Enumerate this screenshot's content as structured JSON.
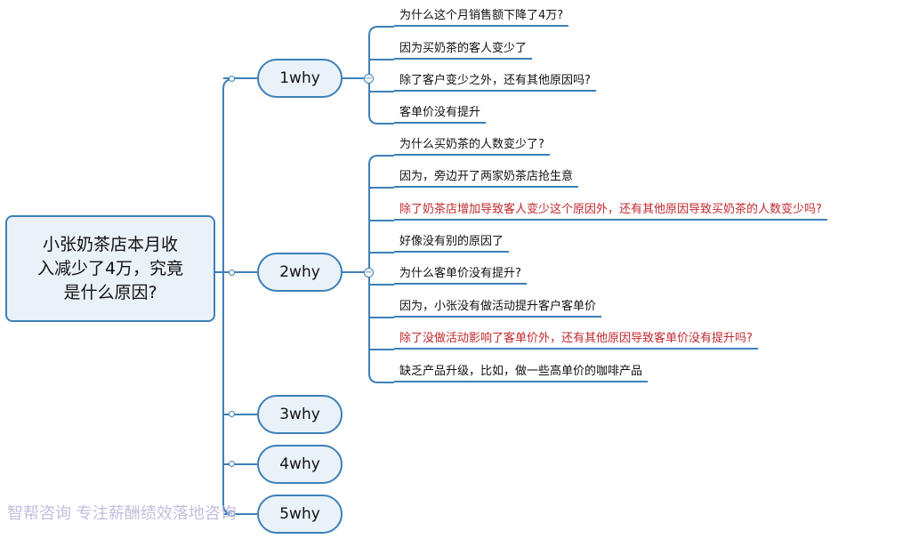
{
  "root": {
    "line1": "小张奶茶店本月收",
    "line2": "入减少了4万，究竟",
    "line3": "是什么原因?"
  },
  "whys": [
    "1why",
    "2why",
    "3why",
    "4why",
    "5why"
  ],
  "why1_items": [
    {
      "text": "为什么这个月销售额下降了4万?",
      "red": false
    },
    {
      "text": "因为买奶茶的客人变少了",
      "red": false
    },
    {
      "text": "除了客户变少之外，还有其他原因吗?",
      "red": false
    },
    {
      "text": "客单价没有提升",
      "red": false
    }
  ],
  "why2_items": [
    {
      "text": "为什么买奶茶的人数变少了?",
      "red": false
    },
    {
      "text": "因为，旁边开了两家奶茶店抢生意",
      "red": false
    },
    {
      "text": "除了奶茶店增加导致客人变少这个原因外，还有其他原因导致买奶茶的人数变少吗?",
      "red": true
    },
    {
      "text": "好像没有别的原因了",
      "red": false
    },
    {
      "text": "为什么客单价没有提升?",
      "red": false
    },
    {
      "text": "因为，小张没有做活动提升客户客单价",
      "red": false
    },
    {
      "text": "除了没做活动影响了客单价外，还有其他原因导致客单价没有提升吗?",
      "red": true
    },
    {
      "text": "缺乏产品升级，比如，做一些高单价的咖啡产品",
      "red": false
    }
  ],
  "collapse_symbol": "−",
  "watermark": "智帮咨询 专注薪酬绩效落地咨询",
  "colors": {
    "line": "#3d80b8",
    "node_fill": "#eaf2f9",
    "red_text": "#c0282d"
  },
  "icons": [
    "collapse-icon",
    "branch-dot-icon"
  ]
}
